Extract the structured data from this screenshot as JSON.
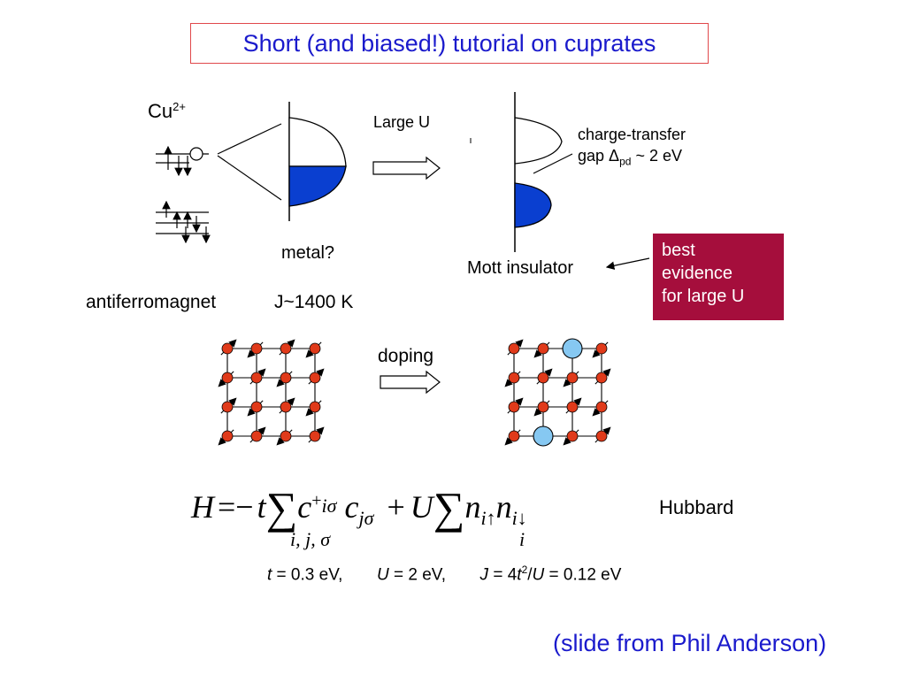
{
  "title": "Short (and biased!) tutorial on cuprates",
  "cu_ion": {
    "base": "Cu",
    "charge": "2+"
  },
  "large_u_label": "Large U",
  "charge_transfer": {
    "line1": "charge-transfer",
    "line2_prefix": "gap ",
    "delta": "Δ",
    "sub": "pd",
    "line2_suffix": " ~ 2 eV"
  },
  "metal_label": "metal?",
  "mott_label": "Mott insulator",
  "evidence_box": {
    "line1": "best",
    "line2": "evidence",
    "line3": "for large U"
  },
  "afm": {
    "label": "antiferromagnet",
    "coupling": "J~1400 K"
  },
  "doping_label": "doping",
  "hubbard": {
    "label": "Hubbard",
    "H": "H",
    "eq": "=−",
    "t": "t",
    "sum": "∑",
    "c": "c",
    "dagger": "+",
    "i_sigma": "iσ",
    "c2": "c",
    "j_sigma": "jσ",
    "plus": "+",
    "U": "U",
    "sum2": "∑",
    "n1": "n",
    "i_up": "i↑",
    "n2": "n",
    "i_down": "i↓",
    "sum1_index": "i, j, σ",
    "sum2_index": "i"
  },
  "params": {
    "t_sym": "t",
    "t_val": " = 0.3 eV,",
    "U_sym": "U",
    "U_val": " = 2 eV,",
    "J_sym": "J",
    "J_val1": " = 4",
    "J_t": "t",
    "J_sq": "2",
    "J_slash": "/",
    "J_U": "U",
    "J_val2": " = 0.12 eV"
  },
  "credit": "(slide from Phil Anderson)",
  "colors": {
    "band_fill": "#0a3fd0",
    "hole": "#86c8f2",
    "spin": "#e03a1a",
    "title": "#1a1acc",
    "box": "#a50e3c"
  }
}
